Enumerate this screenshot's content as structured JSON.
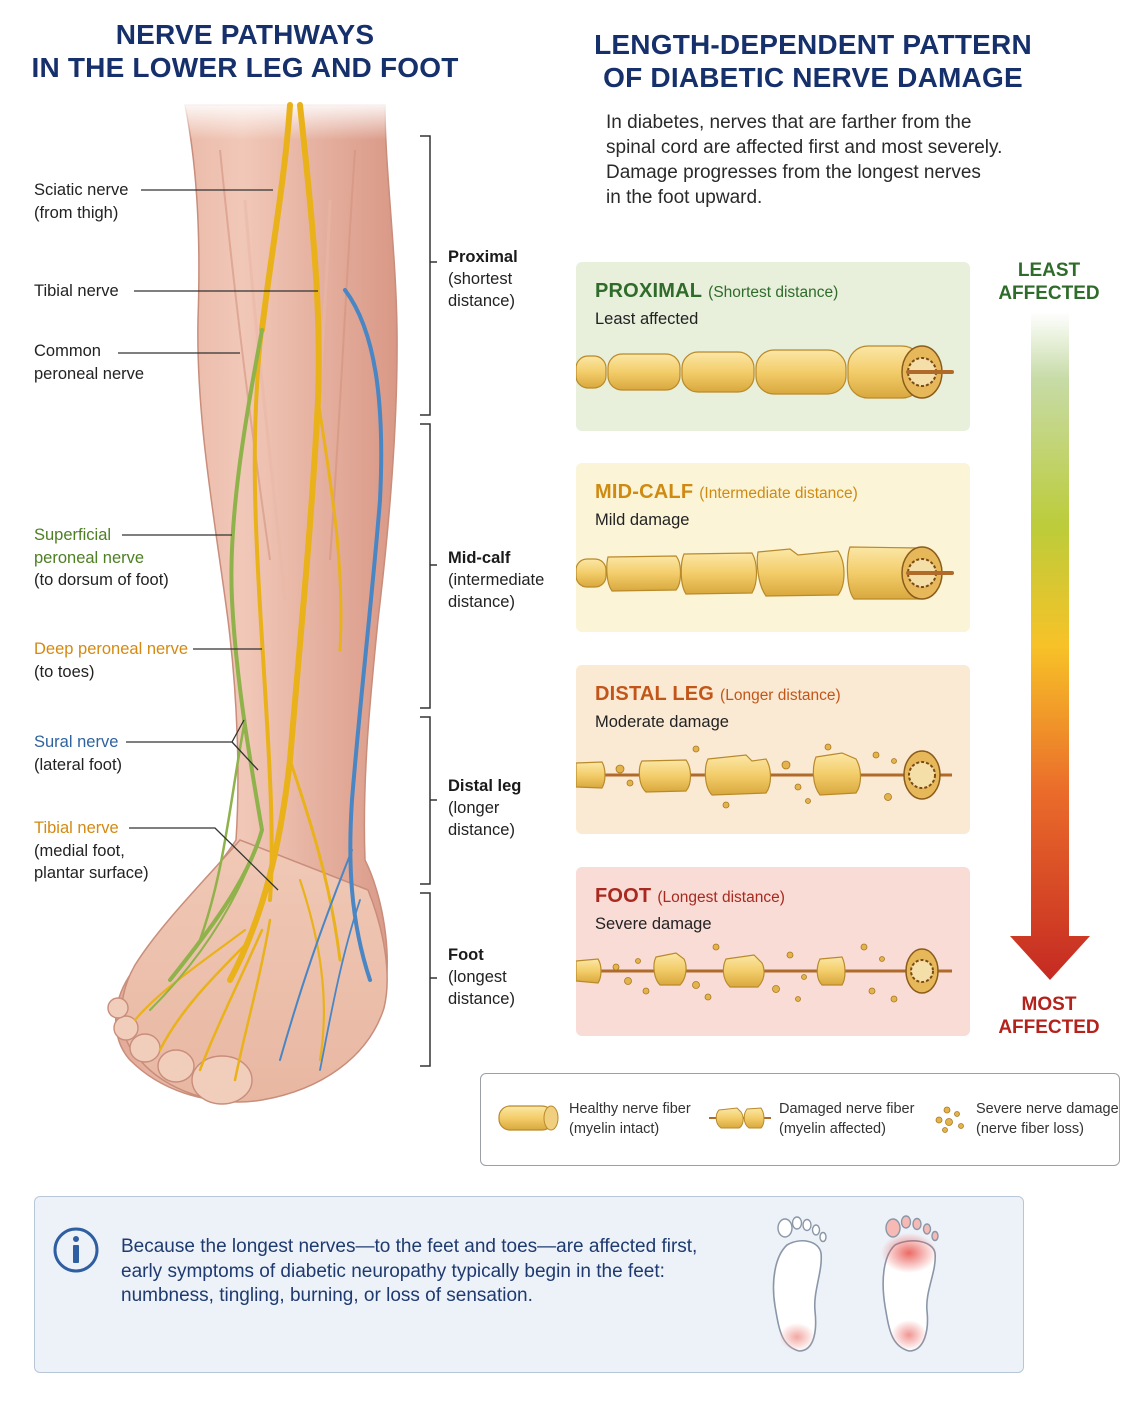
{
  "left_title": [
    "NERVE PATHWAYS",
    "IN THE LOWER LEG AND FOOT"
  ],
  "right_title": [
    "LENGTH-DEPENDENT PATTERN",
    "OF DIABETIC NERVE DAMAGE"
  ],
  "intro_lines": [
    "In diabetes, nerves that are farther from the",
    "spinal cord are affected first and most severely.",
    "Damage progresses from the longest nerves",
    "in the foot upward."
  ],
  "nerve_labels": [
    {
      "name": "Sciatic nerve",
      "detail": "(from thigh)",
      "color": "#222222"
    },
    {
      "name": "Tibial nerve",
      "detail": "",
      "color": "#222222"
    },
    {
      "name": "Common",
      "detail": "peroneal nerve",
      "color": "#222222"
    },
    {
      "name": "Superficial",
      "name2": "peroneal nerve",
      "detail": "(to dorsum of foot)",
      "color": "#4d7f23"
    },
    {
      "name": "Deep peroneal nerve",
      "detail": "(to toes)",
      "color": "#d48a12"
    },
    {
      "name": "Sural nerve",
      "detail": "(lateral foot)",
      "color": "#2f63a0"
    },
    {
      "name": "Tibial nerve",
      "detail": "(medial foot,",
      "detail2": "plantar surface)",
      "color": "#d48a12"
    }
  ],
  "regions": [
    {
      "name": "Proximal",
      "line1": "(shortest",
      "line2": "distance)"
    },
    {
      "name": "Mid-calf",
      "line1": "(intermediate",
      "line2": "distance)"
    },
    {
      "name": "Distal leg",
      "line1": "(longer",
      "line2": "distance)"
    },
    {
      "name": "Foot",
      "line1": "(longest",
      "line2": "distance)"
    }
  ],
  "stages": [
    {
      "name": "PROXIMAL",
      "distance": "(Shortest distance)",
      "desc": "Least affected",
      "bg": "#e8f0dc",
      "color": "#2f6b2a"
    },
    {
      "name": "MID-CALF",
      "distance": "(Intermediate distance)",
      "desc": "Mild damage",
      "bg": "#fbf4d6",
      "color": "#cf8a12"
    },
    {
      "name": "DISTAL LEG",
      "distance": "(Longer distance)",
      "desc": "Moderate damage",
      "bg": "#fbead3",
      "color": "#c2561a"
    },
    {
      "name": "FOOT",
      "distance": "(Longest distance)",
      "desc": "Severe damage",
      "bg": "#f9dcd6",
      "color": "#a8291f"
    }
  ],
  "severity": {
    "top": [
      "LEAST",
      "AFFECTED"
    ],
    "bottom": [
      "MOST",
      "AFFECTED"
    ],
    "top_color": "#2f6b2a",
    "bottom_color": "#b3221b"
  },
  "legend": [
    {
      "line1": "Healthy nerve fiber",
      "line2": "(myelin intact)"
    },
    {
      "line1": "Damaged nerve fiber",
      "line2": "(myelin affected)"
    },
    {
      "line1": "Severe nerve damage",
      "line2": "(nerve fiber loss)"
    }
  ],
  "info": {
    "lines": [
      "Because the longest nerves—to the feet and toes—are affected first,",
      "early symptoms of diabetic neuropathy typically begin in the feet:",
      "numbness, tingling, burning, or loss of sensation."
    ]
  }
}
